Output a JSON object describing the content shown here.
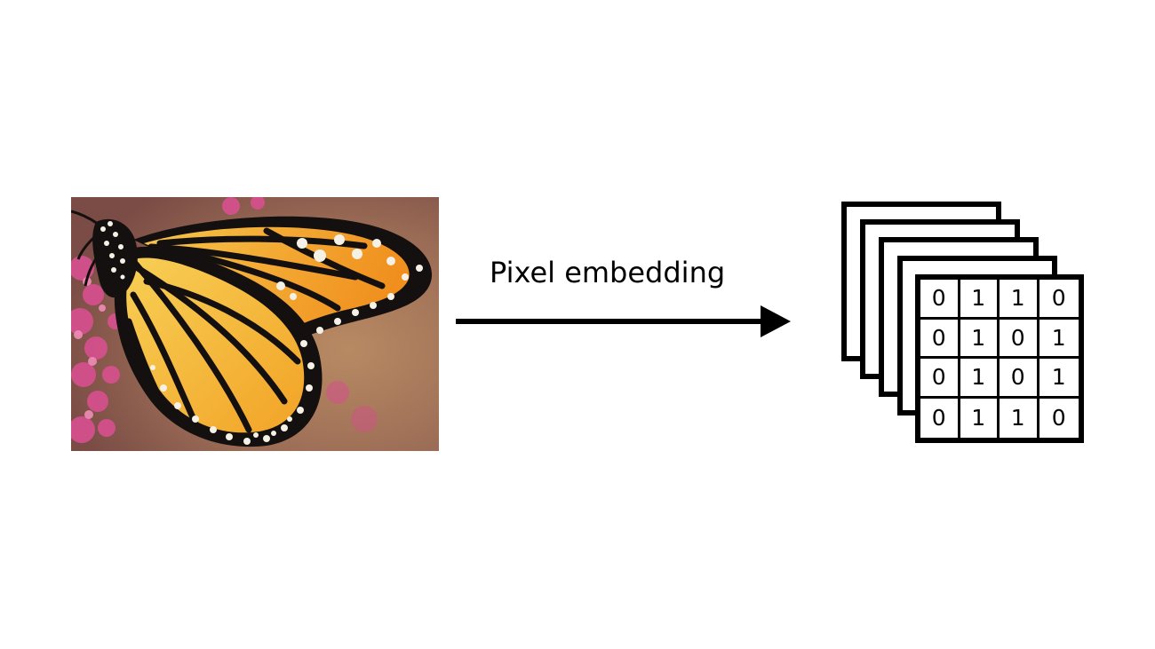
{
  "diagram": {
    "arrow_label": "Pixel embedding",
    "input_image": {
      "description_icon": "butterfly-photo",
      "colors": {
        "wing_orange": "#f2a326",
        "wing_yellow": "#f6c64a",
        "vein_black": "#151010",
        "flower_pink": "#d4508c",
        "background_brown": "#9a6b55"
      }
    },
    "output_stack": {
      "layers": 5,
      "matrix": [
        [
          "0",
          "1",
          "1",
          "0"
        ],
        [
          "0",
          "1",
          "0",
          "1"
        ],
        [
          "0",
          "1",
          "0",
          "1"
        ],
        [
          "0",
          "1",
          "1",
          "0"
        ]
      ]
    },
    "arrow_color": "#000000"
  }
}
